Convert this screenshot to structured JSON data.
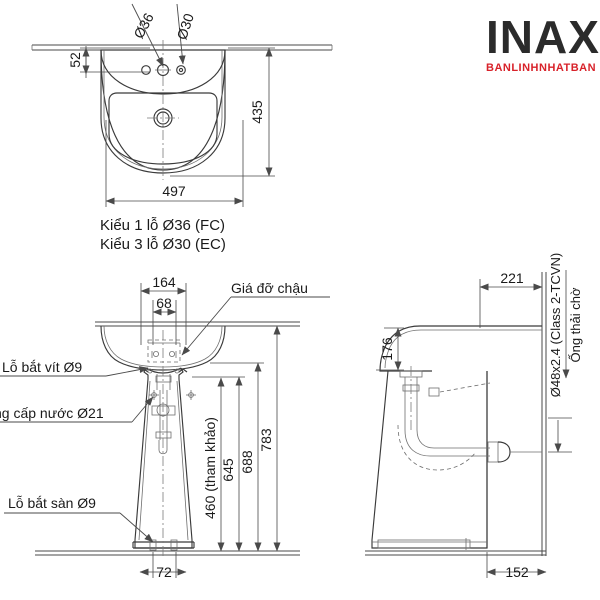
{
  "brand": {
    "logo_text": "INAX",
    "tagline": "BANLINHNHATBAN"
  },
  "views": {
    "top": {
      "name": "Top view of wash basin",
      "caption_line1": "Kiểu 1 lỗ Ø36 (FC)",
      "caption_line2": "Kiểu 3 lỗ Ø30 (EC)",
      "callout_hole_fc": "Ø36",
      "callout_hole_ec": "Ø30",
      "dim_width": "497",
      "dim_depth": "435",
      "dim_backsplash": "52"
    },
    "front": {
      "name": "Front elevation with pedestal",
      "label_bracket": "Giá đỡ chậu",
      "label_screw_hole": "Lỗ bắt vít Ø9",
      "label_water_supply": "ng cấp nước Ø21",
      "label_floor_hole": "Lỗ bắt sàn Ø9",
      "dim_bracket_outer": "164",
      "dim_bracket_inner": "68",
      "dim_total_height": "783",
      "dim_rim_height": "688",
      "dim_trap_height": "645",
      "dim_supply_height": "460 (tham khảo)",
      "dim_base_width": "72"
    },
    "side": {
      "name": "Side elevation with pedestal",
      "dim_projection": "221",
      "dim_basin_depth": "176",
      "dim_base_depth": "152",
      "label_drain_pipe_spec": "Ø48x2.4 (Class 2-TCVN)",
      "label_drain_pipe": "Ống thải chờ"
    }
  },
  "colors": {
    "line": "#4a4a4a",
    "object_line": "#3a3a3a",
    "text": "#1a1a1a",
    "brand_dark": "#2b2b2b",
    "brand_red": "#d8222a"
  }
}
